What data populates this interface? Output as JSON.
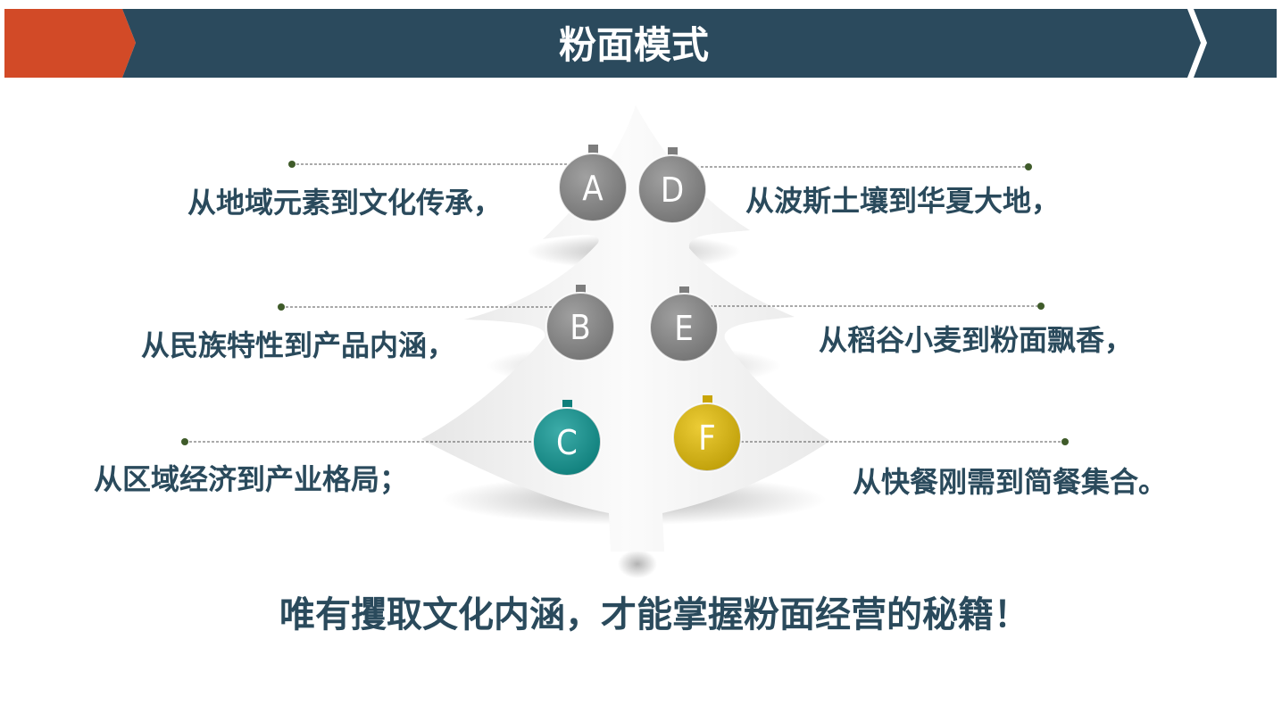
{
  "header": {
    "title": "粉面模式",
    "colors": {
      "bar": "#2b4a5d",
      "accent": "#d24a27"
    }
  },
  "items": [
    {
      "letter": "A",
      "text": "从地域元素到文化传承，",
      "side": "left",
      "color": "#8c8c8c"
    },
    {
      "letter": "B",
      "text": "从民族特性到产品内涵，",
      "side": "left",
      "color": "#8c8c8c"
    },
    {
      "letter": "C",
      "text": "从区域经济到产业格局；",
      "side": "left",
      "color": "#129a96"
    },
    {
      "letter": "D",
      "text": "从波斯土壤到华夏大地，",
      "side": "right",
      "color": "#8c8c8c"
    },
    {
      "letter": "E",
      "text": "从稻谷小麦到粉面飘香，",
      "side": "right",
      "color": "#8c8c8c"
    },
    {
      "letter": "F",
      "text": "从快餐刚需到简餐集合。",
      "side": "right",
      "color": "#e8c10a"
    }
  ],
  "conclusion": "唯有攫取文化内涵，才能掌握粉面经营的秘籍！"
}
